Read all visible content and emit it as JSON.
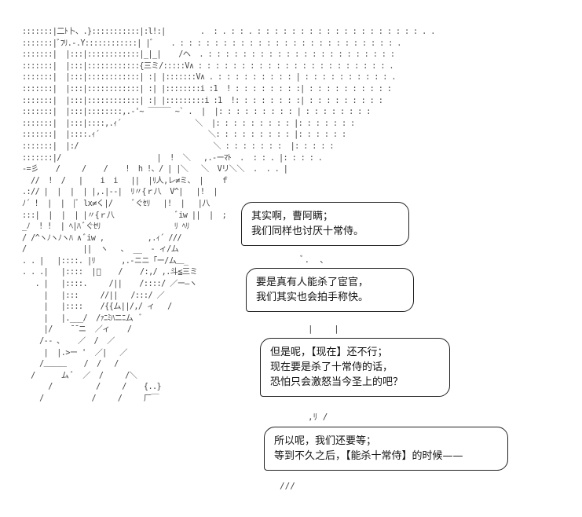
{
  "bubbles": [
    {
      "lines": [
        "其实啊，曹阿瞒；",
        "我们同样也讨厌十常侍。"
      ]
    },
    {
      "lines": [
        "要是真有人能杀了宦官，",
        "我们其实也会拍手称快。"
      ]
    },
    {
      "lines": [
        "但是呢，【现在】还不行；",
        "现在要是杀了十常侍的话，",
        "恐怕只会激怒当今圣上的吧？"
      ]
    },
    {
      "lines": [
        "所以呢，我们还要等；",
        "等到不久之后，【能杀十常侍】的时候——"
      ]
    }
  ]
}
